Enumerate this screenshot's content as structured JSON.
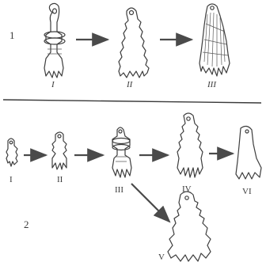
{
  "rows": [
    {
      "number": "1",
      "stages": [
        "I",
        "II",
        "III"
      ]
    },
    {
      "number": "2",
      "stages": [
        "I",
        "II",
        "III",
        "IV",
        "VI"
      ],
      "branch_stage": "V"
    }
  ]
}
